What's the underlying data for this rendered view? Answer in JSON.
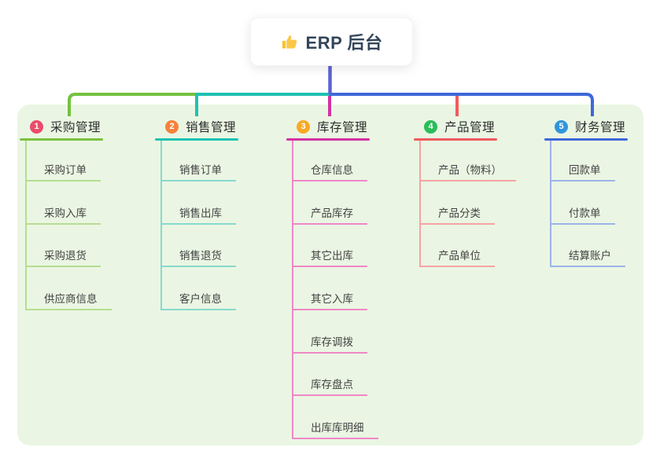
{
  "root": {
    "label": "ERP 后台",
    "icon": "thumbs-up-icon",
    "icon_color": "#f9c22e"
  },
  "canvas": {
    "background": "#ffffff",
    "panel_background": "#eaf6e3",
    "root_connector_color": "#5b63d3"
  },
  "sections": [
    {
      "num": "1",
      "title": "采购管理",
      "colors": {
        "circle": "#ea4c6b",
        "title_line": "#7cc13e",
        "branch": "#72c23e",
        "child_line": "#b7dd92"
      },
      "items": [
        "采购订单",
        "采购入库",
        "采购退货",
        "供应商信息"
      ]
    },
    {
      "num": "2",
      "title": "销售管理",
      "colors": {
        "circle": "#f5823c",
        "title_line": "#1fc2b2",
        "branch": "#1fc2b2",
        "child_line": "#87d9cf"
      },
      "items": [
        "销售订单",
        "销售出库",
        "销售退货",
        "客户信息"
      ]
    },
    {
      "num": "3",
      "title": "库存管理",
      "colors": {
        "circle": "#f9a826",
        "title_line": "#d232a0",
        "branch": "#d232a0",
        "child_line": "#ef87c7"
      },
      "items": [
        "仓库信息",
        "产品库存",
        "其它出库",
        "其它入库",
        "库存调拨",
        "库存盘点",
        "出库库明细"
      ]
    },
    {
      "num": "4",
      "title": "产品管理",
      "colors": {
        "circle": "#2abd5a",
        "title_line": "#f15b5e",
        "branch": "#f15b5e",
        "child_line": "#f7a3a4"
      },
      "items": [
        "产品（物料）",
        "产品分类",
        "产品单位"
      ]
    },
    {
      "num": "5",
      "title": "财务管理",
      "colors": {
        "circle": "#3095dc",
        "title_line": "#3e68da",
        "branch": "#3e68da",
        "child_line": "#9db3ea"
      },
      "items": [
        "回款单",
        "付款单",
        "结算账户"
      ]
    }
  ]
}
